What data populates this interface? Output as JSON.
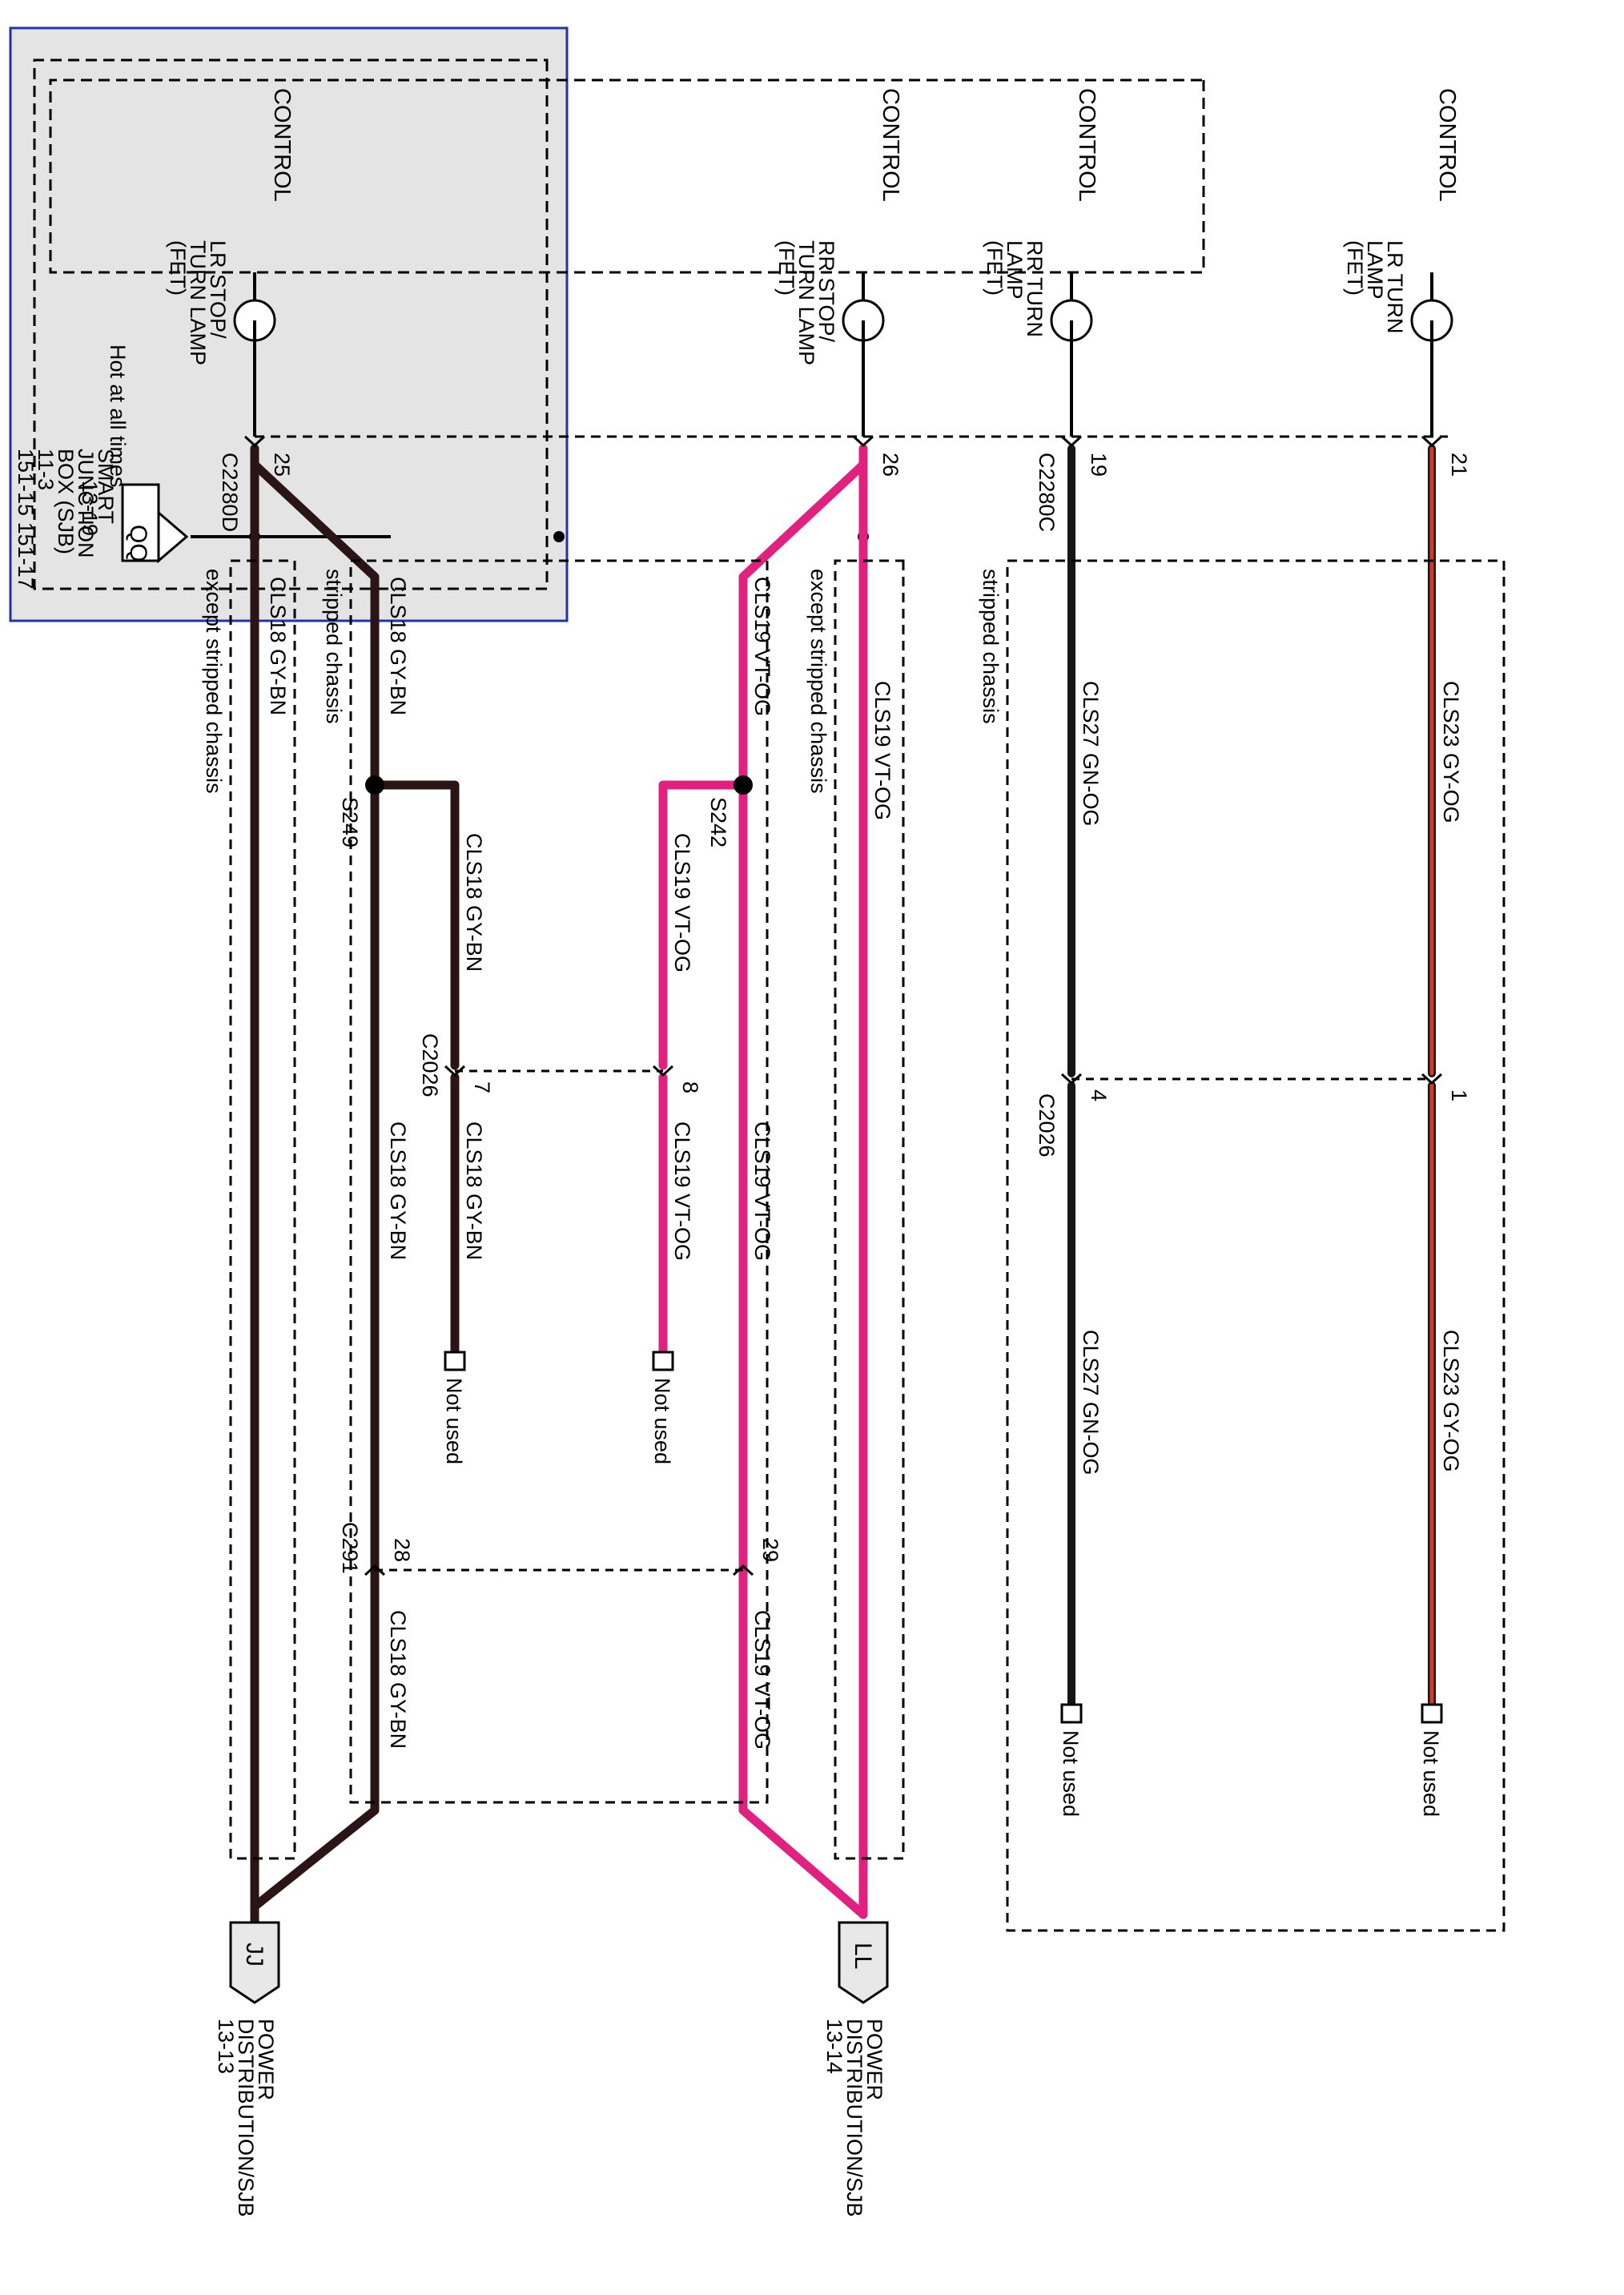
{
  "sjb": {
    "name_lines": [
      "SMART",
      "JUNCTION",
      "BOX (SJB)",
      "11-3",
      "151-15   151-17"
    ],
    "power_label_lines": [
      "Hot at all times",
      "13-19"
    ],
    "power_connector": "QQ",
    "controls": [
      {
        "label": "CONTROL",
        "fet_lines": [
          "LR STOP/",
          "TURN LAMP",
          "(FET)"
        ]
      },
      {
        "label": "CONTROL",
        "fet_lines": [
          "RR STOP/",
          "TURN LAMP",
          "(FET)"
        ]
      },
      {
        "label": "CONTROL",
        "fet_lines": [
          "RR TURN",
          "LAMP",
          "(FET)"
        ]
      },
      {
        "label": "CONTROL",
        "fet_lines": [
          "LR TURN",
          "LAMP",
          "(FET)"
        ]
      }
    ]
  },
  "connectors": {
    "c2280d": "C2280D",
    "c2280c": "C2280C",
    "c2026_a": "C2026",
    "c2026_b": "C2026",
    "c291": "C291"
  },
  "pins": {
    "p25": "25",
    "p26": "26",
    "p19": "19",
    "p21": "21",
    "p7": "7",
    "p8": "8",
    "p4": "4",
    "p1": "1",
    "p28": "28",
    "p29": "29"
  },
  "splices": {
    "s249": "S249",
    "s242": "S242"
  },
  "wires": {
    "cls18": "CLS18   GY-BN",
    "cls19": "CLS19   VT-OG",
    "cls27": "CLS27   GN-OG",
    "cls23": "CLS23   GY-OG"
  },
  "regions": {
    "except_stripped": "except stripped chassis",
    "stripped": "stripped chassis"
  },
  "not_used": "Not used",
  "outputs": [
    {
      "connector": "JJ",
      "lines": [
        "POWER",
        "DISTRIBUTION/SJB",
        "13-13"
      ]
    },
    {
      "connector": "LL",
      "lines": [
        "POWER",
        "DISTRIBUTION/SJB",
        "13-14"
      ]
    }
  ],
  "colors": {
    "gy_bn": "#2a1416",
    "vt_og": "#e0217f",
    "gn_og": "#151515",
    "gy_og": "#d23a2a",
    "sjb_fill": "#e4e4e4",
    "sjb_border": "#2233aa"
  }
}
